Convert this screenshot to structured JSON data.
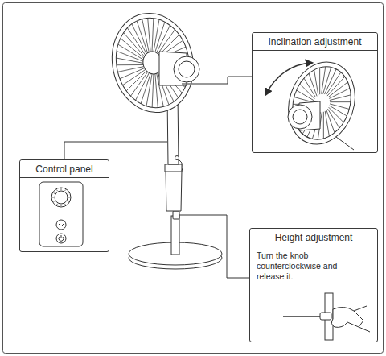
{
  "diagram": {
    "nodes": [
      {
        "text": [
          "Inclination adjustment"
        ]
      },
      {
        "text": [
          "Control panel"
        ]
      },
      {
        "text": [
          "Height adjustment",
          "Turn the knob counterclockwise and release it."
        ]
      }
    ]
  }
}
